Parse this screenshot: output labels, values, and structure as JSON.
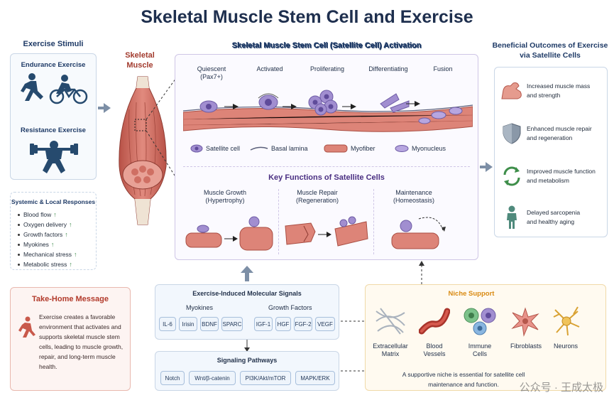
{
  "title": "Skeletal Muscle Stem Cell and Exercise",
  "stimuli": {
    "header": "Exercise Stimuli",
    "endurance": "Endurance Exercise",
    "resistance": "Resistance Exercise"
  },
  "responses": {
    "header": "Systemic & Local Responses",
    "items": [
      "Blood flow",
      "Oxygen delivery",
      "Growth factors",
      "Myokines",
      "Mechanical stress",
      "Metabolic stress"
    ]
  },
  "muscle": {
    "label_1": "Skeletal",
    "label_2": "Muscle"
  },
  "activation": {
    "header": "Skeletal Muscle Stem Cell (Satellite Cell) Activation",
    "stages": [
      "Quiescent\n(Pax7+)",
      "Activated",
      "Proliferating",
      "Differentiating",
      "Fusion"
    ],
    "legend": [
      "Satellite cell",
      "Basal lamina",
      "Myofiber",
      "Myonucleus"
    ]
  },
  "functions": {
    "header": "Key Functions of Satellite Cells",
    "items": [
      "Muscle Growth\n(Hypertrophy)",
      "Muscle Repair\n(Regeneration)",
      "Maintenance\n(Homeostasis)"
    ]
  },
  "outcomes": {
    "header_1": "Beneficial Outcomes of Exercise",
    "header_2": "via Satellite Cells",
    "items": [
      {
        "line1": "Increased muscle mass",
        "line2": "and strength"
      },
      {
        "line1": "Enhanced muscle repair",
        "line2": "and regeneration"
      },
      {
        "line1": "Improved muscle function",
        "line2": "and metabolism"
      },
      {
        "line1": "Delayed sarcopenia",
        "line2": "and healthy aging"
      }
    ]
  },
  "takehome": {
    "header": "Take-Home Message",
    "body": "Exercise creates a favorable environment that activates and supports skeletal muscle stem cells, leading to muscle growth, repair, and long-term muscle health."
  },
  "signals": {
    "header": "Exercise-Induced Molecular Signals",
    "myokines_label": "Myokines",
    "myokines": [
      "IL-6",
      "Irisin",
      "BDNF",
      "SPARC"
    ],
    "growth_label": "Growth Factors",
    "growth": [
      "IGF-1",
      "HGF",
      "FGF-2",
      "VEGF"
    ]
  },
  "pathways": {
    "header": "Signaling Pathways",
    "items": [
      "Notch",
      "Wnt/β-catenin",
      "PI3K/Akt/mTOR",
      "MAPK/ERK"
    ]
  },
  "niche": {
    "header": "Niche Support",
    "items": [
      "Extracellular\nMatrix",
      "Blood\nVessels",
      "Immune\nCells",
      "Fibroblasts",
      "Neurons"
    ],
    "footer": "A supportive niche is essential for satellite cell maintenance and function."
  },
  "watermark": "公众号 · 王成太极",
  "colors": {
    "accent": "#1e3a66",
    "muscle": "#d9776b",
    "cell": "#9a86c8",
    "takehome": "#c0392b",
    "niche": "#f5a623"
  }
}
